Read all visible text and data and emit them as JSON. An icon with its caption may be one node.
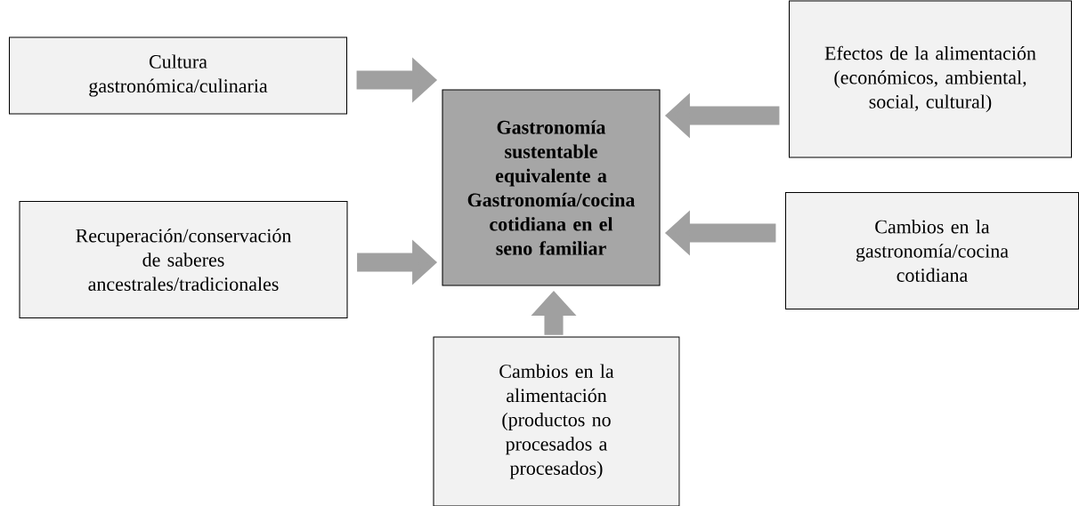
{
  "diagram": {
    "nodes": [
      {
        "text": [
          "Cultura gastronómica/culinaria"
        ]
      },
      {
        "text": [
          "Efectos de la alimentación (económicos, ambiental, social, cultural)"
        ]
      },
      {
        "text": [
          "Gastronomía sustentable equivalente a Gastronomía/cocina cotidiana en el seno familiar"
        ]
      },
      {
        "text": [
          "Recuperación/conservación de saberes ancestrales/tradicionales"
        ]
      },
      {
        "text": [
          "Cambios en la gastronomía/cocina cotidiana"
        ]
      },
      {
        "text": [
          "Cambios en la alimentación (productos no procesados a procesados)"
        ]
      }
    ],
    "edges": [
      {
        "from": 0,
        "to": 2,
        "arrow": "to"
      },
      {
        "from": 1,
        "to": 2,
        "arrow": "to"
      },
      {
        "from": 3,
        "to": 2,
        "arrow": "to"
      },
      {
        "from": 4,
        "to": 2,
        "arrow": "to"
      },
      {
        "from": 5,
        "to": 2,
        "arrow": "to"
      }
    ]
  }
}
